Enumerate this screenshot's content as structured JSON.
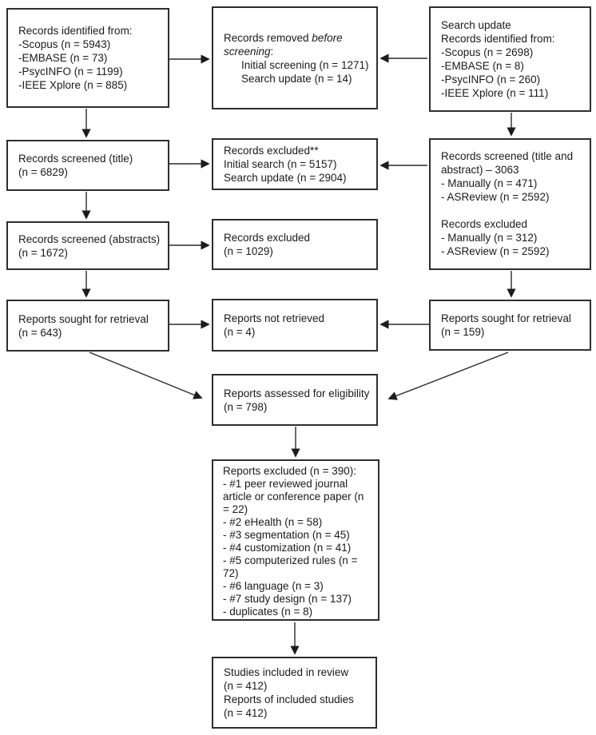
{
  "diagram": {
    "type": "prisma-flowchart",
    "colors": {
      "box_border": "#2e2e2e",
      "text": "#1a1a1a",
      "arrow": "#1c1c1c",
      "background": "#ffffff"
    },
    "boxes": {
      "identified": {
        "lines": [
          "Records identified from:",
          "-Scopus (n = 5943)",
          "-EMBASE (n = 73)",
          "-PsycINFO (n = 1199)",
          "-IEEE Xplore (n = 885)"
        ]
      },
      "removed": {
        "title": [
          "Records removed ",
          "before screening",
          ":"
        ],
        "items": [
          "Initial screening (n = 1271)",
          "Search update (n = 14)"
        ]
      },
      "search_update": {
        "lines": [
          "Search update",
          "Records identified from:",
          "-Scopus (n = 2698)",
          "-EMBASE (n = 8)",
          "-PsycINFO (n = 260)",
          "-IEEE Xplore (n = 111)"
        ]
      },
      "screened_title": {
        "lines": [
          "Records screened (title)",
          "(n = 6829)"
        ]
      },
      "excluded_screening": {
        "lines": [
          "Records excluded**",
          "Initial search (n = 5157)",
          "Search update (n = 2904)"
        ]
      },
      "screened_title_abstract": {
        "group1": [
          "Records screened (title and abstract) – 3063",
          "- Manually (n = 471)",
          "- ASReview (n = 2592)"
        ],
        "group2": [
          "Records excluded",
          "- Manually (n = 312)",
          "- ASReview (n = 2592)"
        ]
      },
      "screened_abstracts": {
        "lines": [
          "Records screened (abstracts)",
          "(n = 1672)"
        ]
      },
      "excluded_abstracts": {
        "lines": [
          "Records excluded",
          "(n = 1029)"
        ]
      },
      "sought_retrieval": {
        "lines": [
          "Reports sought for retrieval",
          "(n = 643)"
        ]
      },
      "not_retrieved": {
        "lines": [
          "Reports not retrieved",
          "(n = 4)"
        ]
      },
      "sought_retrieval_update": {
        "lines": [
          "Reports sought for retrieval",
          "(n = 159)"
        ]
      },
      "assessed": {
        "lines": [
          "Reports assessed for eligibility",
          "(n = 798)"
        ]
      },
      "reports_excluded": {
        "lines": [
          "Reports excluded (n = 390):",
          "- #1 peer reviewed journal article or conference paper (n = 22)",
          "- #2 eHealth (n = 58)",
          "- #3 segmentation (n = 45)",
          "- #4 customization (n = 41)",
          "- #5 computerized rules (n = 72)",
          "- #6 language (n = 3)",
          "- #7 study design (n = 137)",
          "- duplicates (n = 8)"
        ]
      },
      "included": {
        "lines": [
          "Studies included in review",
          "(n = 412)",
          "Reports of included studies",
          "(n = 412)"
        ]
      }
    }
  }
}
